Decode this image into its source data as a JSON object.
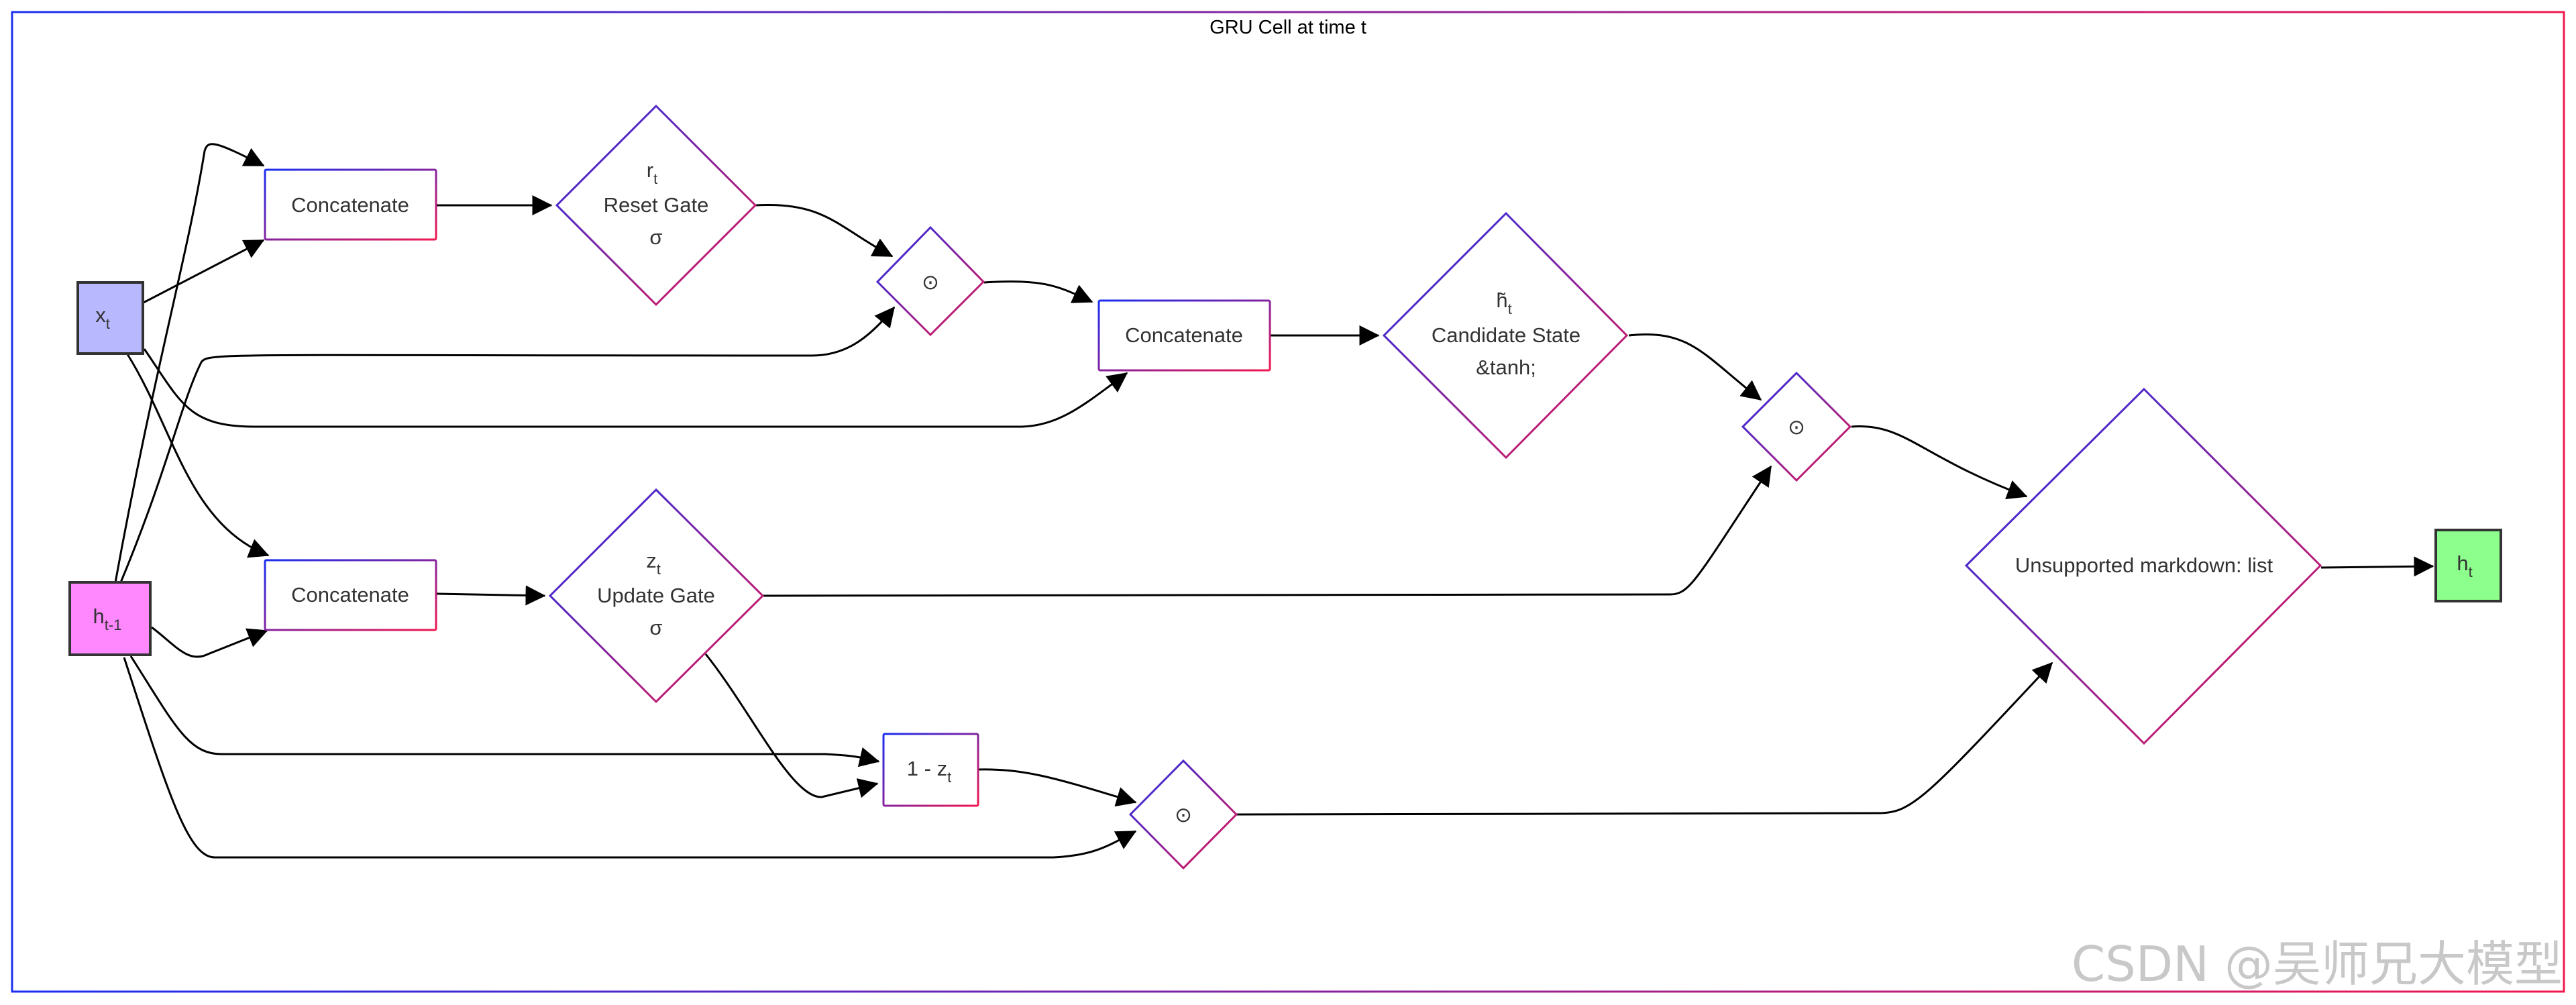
{
  "subgraph": {
    "title": "GRU Cell at time t"
  },
  "colors": {
    "gradient_start": "#1a2ff0",
    "gradient_end": "#f0184f",
    "xt_fill": "#b8b8ff",
    "ht1_fill": "#ff88ff",
    "ht_fill": "#8cff8c",
    "edge": "#000000",
    "text": "#333333"
  },
  "nodes": {
    "xt": {
      "main": "x",
      "sub": "t"
    },
    "ht1": {
      "main": "h",
      "sub": "t-1"
    },
    "concat_r": {
      "label": "Concatenate"
    },
    "reset_gate": {
      "line1_main": "r",
      "line1_sub": "t",
      "line2": "Reset Gate",
      "line3": "σ"
    },
    "mul_r": {
      "label": "⊙"
    },
    "concat_h": {
      "label": "Concatenate"
    },
    "candidate": {
      "line1_main": "h̃",
      "line1_sub": "t",
      "line2": "Candidate State",
      "line3": "&tanh;"
    },
    "mul_h": {
      "label": "⊙"
    },
    "concat_z": {
      "label": "Concatenate"
    },
    "update_gate": {
      "line1_main": "z",
      "line1_sub": "t",
      "line2": "Update Gate",
      "line3": "σ"
    },
    "one_minus_z": {
      "main": "1 - z",
      "sub": "t"
    },
    "mul_z": {
      "label": "⊙"
    },
    "sum": {
      "label": "Unsupported markdown: list"
    },
    "ht": {
      "main": "h",
      "sub": "t"
    }
  },
  "watermark": "CSDN @吴师兄大模型"
}
